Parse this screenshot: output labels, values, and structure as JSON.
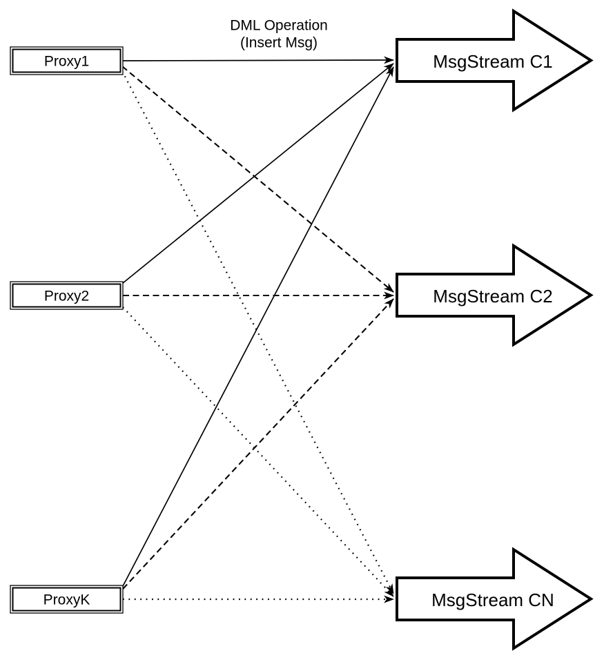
{
  "diagram": {
    "type": "proxy-to-msgstream-flow",
    "connection_label": {
      "line1": "DML Operation",
      "line2": "(Insert Msg)"
    },
    "proxies": [
      {
        "id": "proxy1",
        "label": "Proxy1"
      },
      {
        "id": "proxy2",
        "label": "Proxy2"
      },
      {
        "id": "proxyk",
        "label": "ProxyK"
      }
    ],
    "streams": [
      {
        "id": "c1",
        "label": "MsgStream C1"
      },
      {
        "id": "c2",
        "label": "MsgStream C2"
      },
      {
        "id": "cn",
        "label": "MsgStream CN"
      }
    ],
    "edges": [
      {
        "from": "Proxy1",
        "to": "MsgStream C1",
        "style": "solid"
      },
      {
        "from": "Proxy1",
        "to": "MsgStream C2",
        "style": "dashed"
      },
      {
        "from": "Proxy1",
        "to": "MsgStream CN",
        "style": "dotted"
      },
      {
        "from": "Proxy2",
        "to": "MsgStream C1",
        "style": "solid"
      },
      {
        "from": "Proxy2",
        "to": "MsgStream C2",
        "style": "dashed"
      },
      {
        "from": "Proxy2",
        "to": "MsgStream CN",
        "style": "dotted"
      },
      {
        "from": "ProxyK",
        "to": "MsgStream C1",
        "style": "solid"
      },
      {
        "from": "ProxyK",
        "to": "MsgStream C2",
        "style": "dashed"
      },
      {
        "from": "ProxyK",
        "to": "MsgStream CN",
        "style": "dotted"
      }
    ],
    "colors": {
      "stroke": "#000000",
      "fill": "#ffffff",
      "background": "#ffffff"
    }
  }
}
